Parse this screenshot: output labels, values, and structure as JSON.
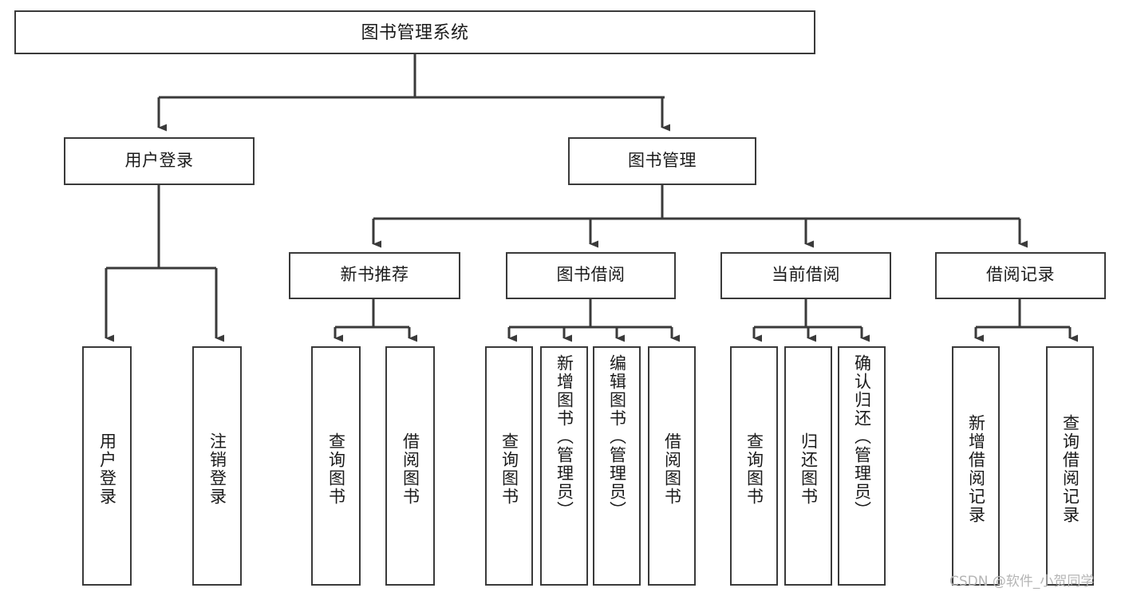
{
  "diagram": {
    "title": "图书管理系统",
    "type": "hierarchy-tree",
    "watermark": "CSDN @软件_小贺同学",
    "colors": {
      "box_border": "#3a3a3a",
      "box_fill": "#ffffff",
      "edge": "#3a3a3a",
      "text": "#1a1a1a",
      "watermark": "#b5b5b5",
      "background": "#ffffff"
    },
    "levels": {
      "root": {
        "label": "图书管理系统"
      },
      "level2": [
        {
          "id": "user-login",
          "label": "用户登录"
        },
        {
          "id": "book-manage",
          "label": "图书管理"
        }
      ],
      "level3": [
        {
          "id": "new-book-recommend",
          "label": "新书推荐"
        },
        {
          "id": "book-borrow",
          "label": "图书借阅"
        },
        {
          "id": "current-borrow",
          "label": "当前借阅"
        },
        {
          "id": "borrow-record",
          "label": "借阅记录"
        }
      ],
      "leaves": {
        "user-login": [
          {
            "id": "leaf-user-login",
            "label": "用户登录"
          },
          {
            "id": "leaf-user-logout",
            "label": "注销登录"
          }
        ],
        "new-book-recommend": [
          {
            "id": "leaf-query-book-1",
            "label": "查询图书"
          },
          {
            "id": "leaf-borrow-book-1",
            "label": "借阅图书"
          }
        ],
        "book-borrow": [
          {
            "id": "leaf-query-book-2",
            "label": "查询图书"
          },
          {
            "id": "leaf-add-book",
            "label": "新增图书（管理员）"
          },
          {
            "id": "leaf-edit-book",
            "label": "编辑图书（管理员）"
          },
          {
            "id": "leaf-borrow-book-2",
            "label": "借阅图书"
          }
        ],
        "current-borrow": [
          {
            "id": "leaf-query-book-3",
            "label": "查询图书"
          },
          {
            "id": "leaf-return-book",
            "label": "归还图书"
          },
          {
            "id": "leaf-confirm-return",
            "label": "确认归还（管理员）"
          }
        ],
        "borrow-record": [
          {
            "id": "leaf-add-record",
            "label": "新增借阅记录"
          },
          {
            "id": "leaf-query-record",
            "label": "查询借阅记录"
          }
        ]
      }
    }
  }
}
